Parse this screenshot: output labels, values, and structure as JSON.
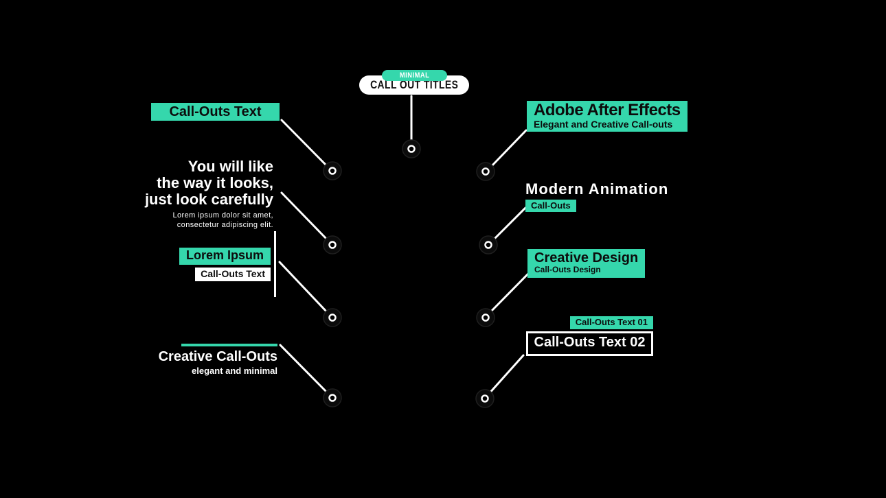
{
  "colors": {
    "background": "#000000",
    "accent": "#35d7ac",
    "white": "#ffffff",
    "dark_text": "#0c0c0c"
  },
  "header": {
    "badge": "MINIMAL",
    "title": "CALL OUT TITLES"
  },
  "callouts": {
    "callout_text": {
      "title": "Call-Outs Text"
    },
    "you_will_like": {
      "line1": "You will like",
      "line2": "the way it looks,",
      "line3": "just look carefully",
      "sub1": "Lorem ipsum dolor sit amet,",
      "sub2": "consectetur adipiscing elit."
    },
    "lorem_ipsum": {
      "title": "Lorem Ipsum",
      "subtitle": "Call-Outs Text"
    },
    "creative_callouts": {
      "title": "Creative Call-Outs",
      "subtitle": "elegant and minimal"
    },
    "adobe": {
      "title": "Adobe After Effects",
      "subtitle": "Elegant and Creative Call-outs"
    },
    "modern_animation": {
      "title": "Modern Animation",
      "badge": "Call-Outs"
    },
    "creative_design": {
      "title": "Creative Design",
      "subtitle": "Call-Outs Design"
    },
    "numbered": {
      "badge": "Call-Outs Text 01",
      "title": "Call-Outs Text 02"
    }
  }
}
